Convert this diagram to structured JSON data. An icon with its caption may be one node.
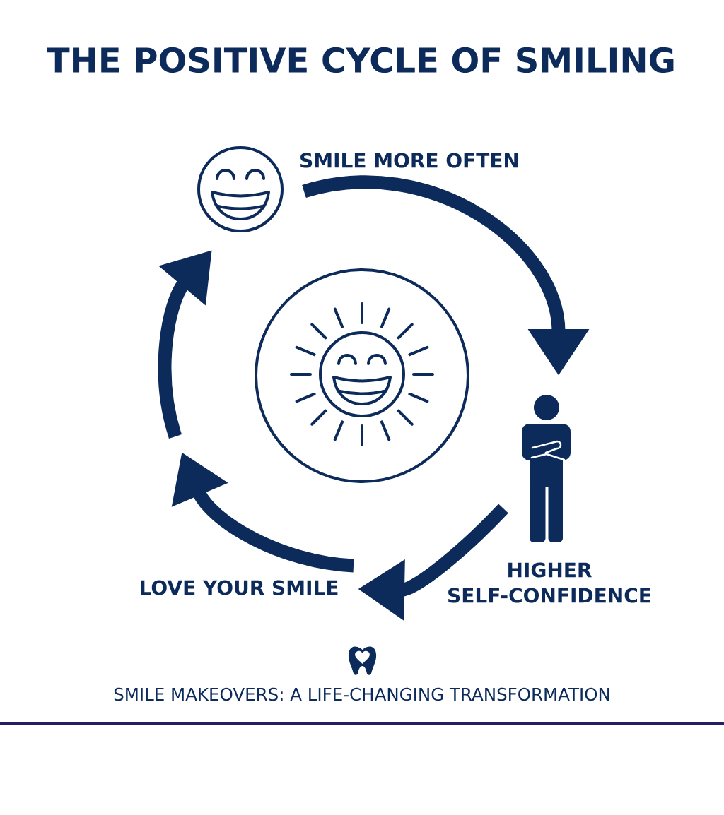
{
  "diagram": {
    "title": "THE POSITIVE CYCLE OF SMILING",
    "caption": "SMILE MAKEOVERS: A LIFE-CHANGING TRANSFORMATION",
    "nodes": [
      {
        "text": [],
        "shape": "picture",
        "beside": [
          "SMILE MORE OFTEN"
        ]
      },
      {
        "text": [],
        "shape": "person",
        "beside": [
          "HIGHER SELF-CONFIDENCE"
        ]
      },
      {
        "text": [
          "LOVE YOUR SMILE"
        ]
      }
    ],
    "edges": [
      {
        "from": 0,
        "to": 1,
        "arrow": "to"
      },
      {
        "from": 1,
        "to": 2,
        "arrow": "to"
      },
      {
        "from": 2,
        "to": null,
        "arrow": "to"
      },
      {
        "from": null,
        "to": 0,
        "arrow": "to"
      }
    ]
  }
}
